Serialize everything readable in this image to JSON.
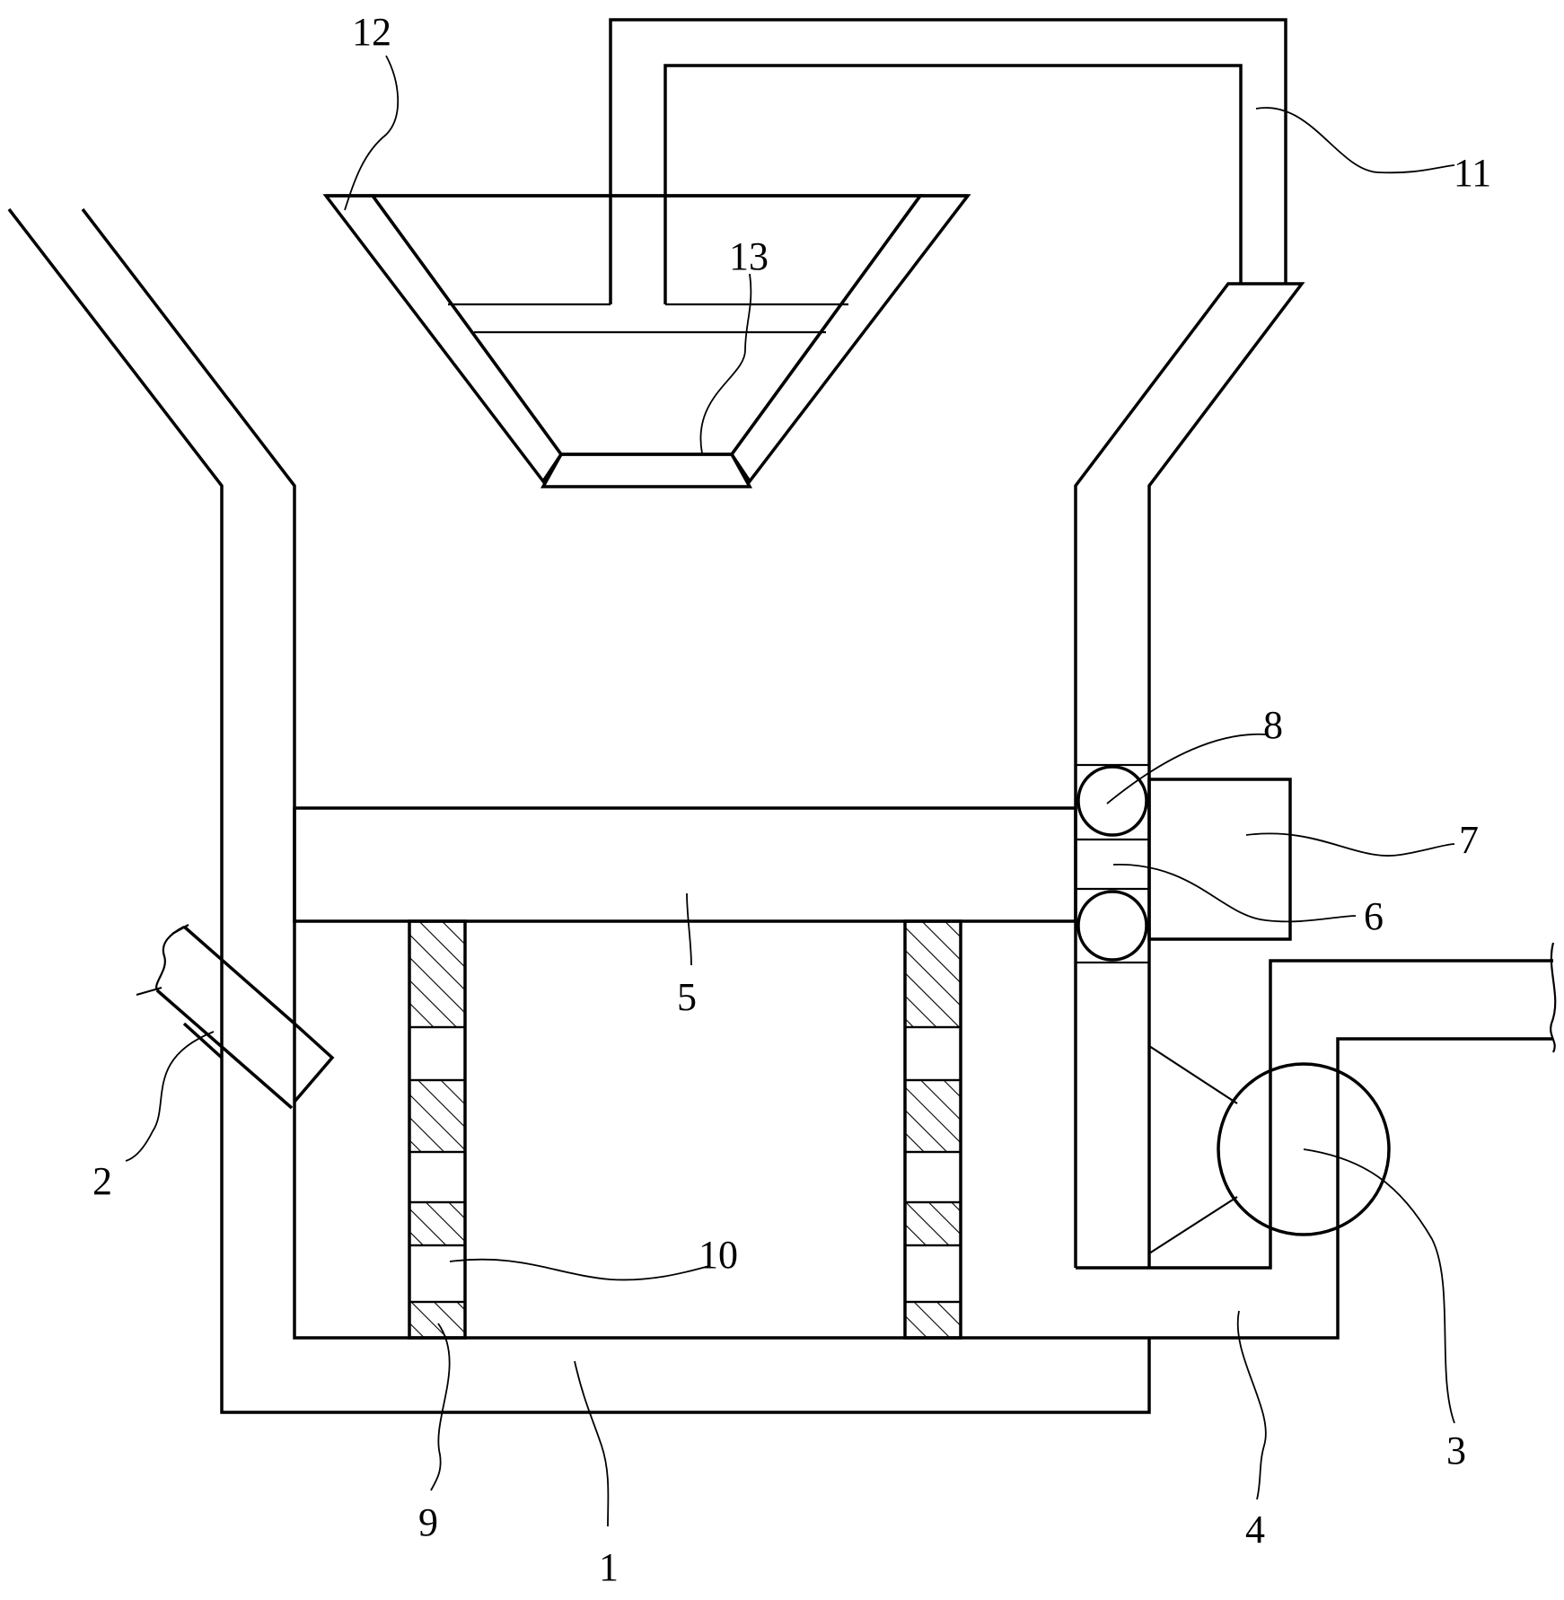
{
  "figure": {
    "labels": {
      "l1": "1",
      "l2": "2",
      "l3": "3",
      "l4": "4",
      "l5": "5",
      "l6": "6",
      "l7": "7",
      "l8": "8",
      "l9": "9",
      "l10": "10",
      "l11": "11",
      "l12": "12",
      "l13": "13"
    },
    "colors": {
      "line": "#000000",
      "background": "#ffffff"
    }
  }
}
